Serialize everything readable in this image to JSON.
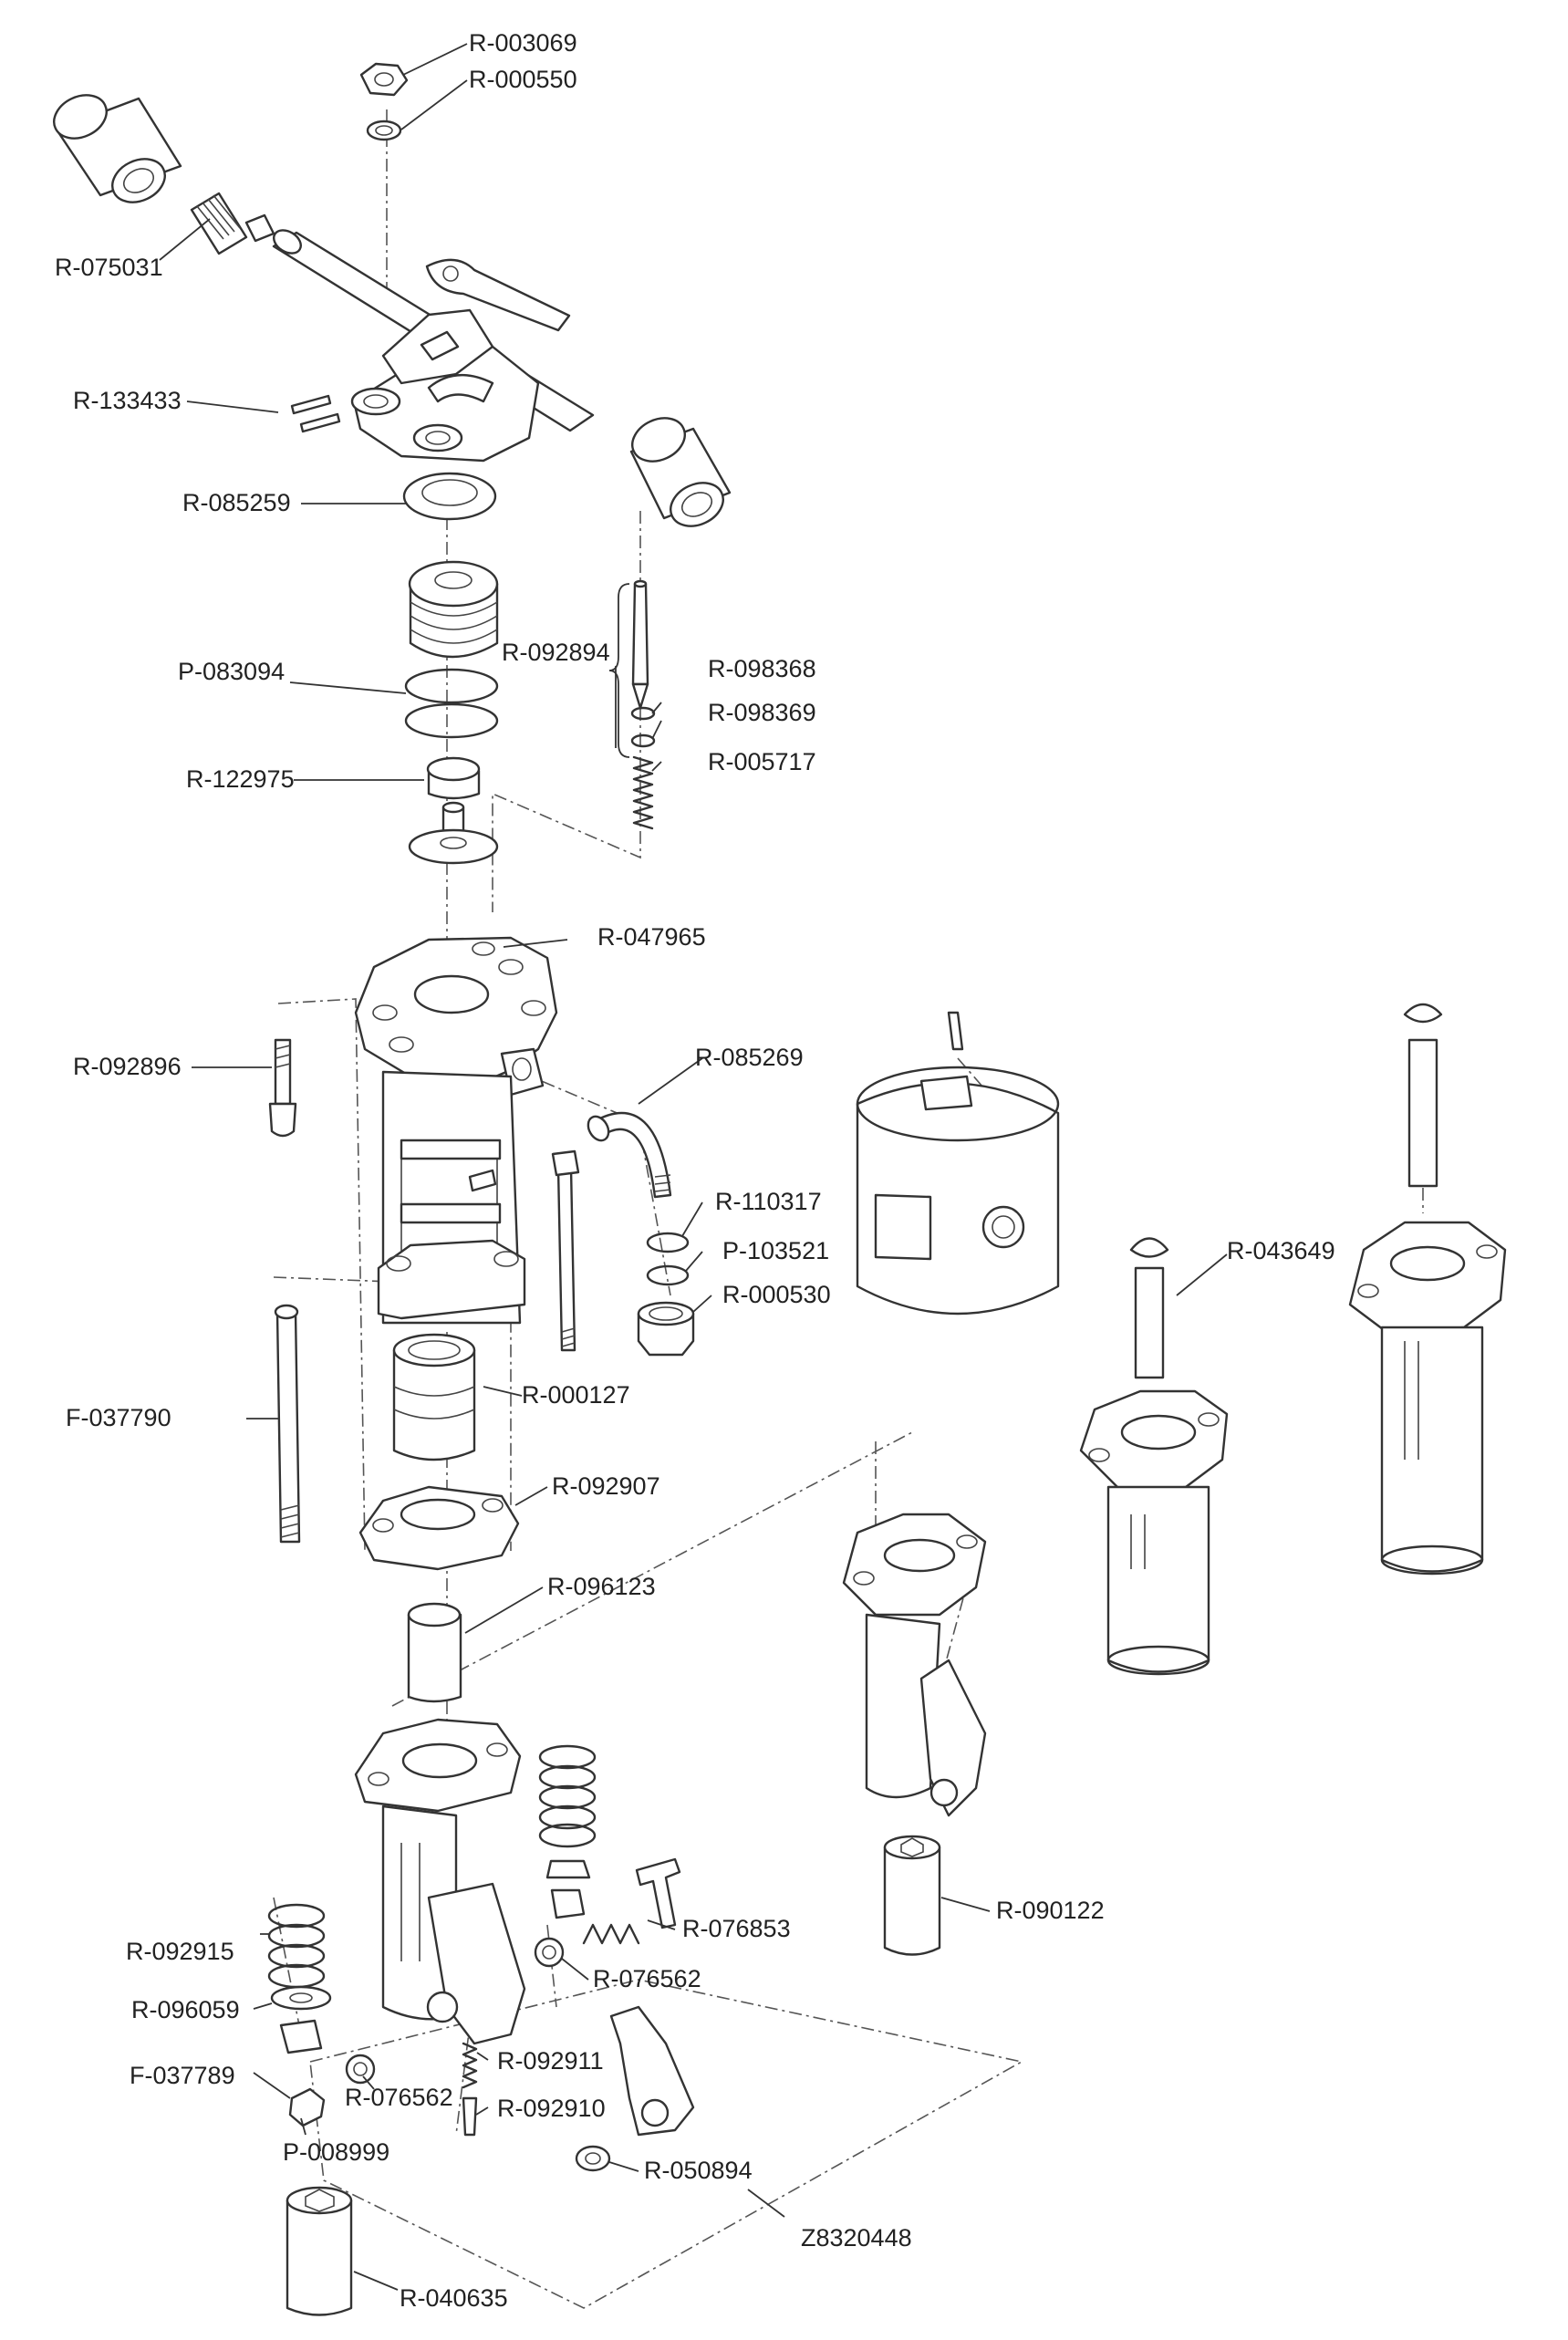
{
  "diagram": {
    "part_labels": [
      {
        "id": "l01",
        "text": "R-003069"
      },
      {
        "id": "l02",
        "text": "R-000550"
      },
      {
        "id": "l03",
        "text": "R-075031"
      },
      {
        "id": "l04",
        "text": "R-133433"
      },
      {
        "id": "l05",
        "text": "R-085259"
      },
      {
        "id": "l06",
        "text": "P-083094"
      },
      {
        "id": "l07",
        "text": "R-092894"
      },
      {
        "id": "l08",
        "text": "R-098368"
      },
      {
        "id": "l09",
        "text": "R-098369"
      },
      {
        "id": "l10",
        "text": "R-005717"
      },
      {
        "id": "l11",
        "text": "R-122975"
      },
      {
        "id": "l12",
        "text": "R-047965"
      },
      {
        "id": "l13",
        "text": "R-092896"
      },
      {
        "id": "l14",
        "text": "R-085269"
      },
      {
        "id": "l15",
        "text": "R-110317"
      },
      {
        "id": "l16",
        "text": "P-103521"
      },
      {
        "id": "l17",
        "text": "R-000530"
      },
      {
        "id": "l18",
        "text": "R-043649"
      },
      {
        "id": "l19",
        "text": "F-037790"
      },
      {
        "id": "l20",
        "text": "R-000127"
      },
      {
        "id": "l21",
        "text": "R-092907"
      },
      {
        "id": "l22",
        "text": "R-096123"
      },
      {
        "id": "l23",
        "text": "R-090122"
      },
      {
        "id": "l24",
        "text": "R-076853"
      },
      {
        "id": "l25",
        "text": "R-092915"
      },
      {
        "id": "l26",
        "text": "R-076562"
      },
      {
        "id": "l27",
        "text": "R-096059"
      },
      {
        "id": "l28",
        "text": "R-092911"
      },
      {
        "id": "l29",
        "text": "F-037789"
      },
      {
        "id": "l30",
        "text": "R-076562"
      },
      {
        "id": "l31",
        "text": "R-092910"
      },
      {
        "id": "l32",
        "text": "P-008999"
      },
      {
        "id": "l33",
        "text": "R-050894"
      },
      {
        "id": "l34",
        "text": "Z8320448"
      },
      {
        "id": "l35",
        "text": "R-040635"
      }
    ],
    "colors": {
      "line": "#333333",
      "text": "#222222",
      "background": "#ffffff"
    }
  }
}
